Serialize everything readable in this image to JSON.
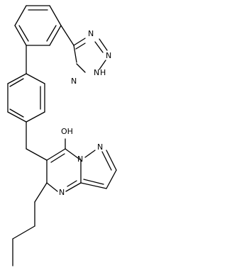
{
  "molecule": {
    "labels": {
      "n_tetrazole_top": "N",
      "n_tetrazole_right": "N",
      "nh_tetrazole": "N",
      "h_tetrazole": "H",
      "n_tetrazole_left": "N",
      "oh_group": "OH",
      "n_bridgehead": "N",
      "n_pyrazole": "N",
      "n_pyrimidine": "N"
    }
  }
}
